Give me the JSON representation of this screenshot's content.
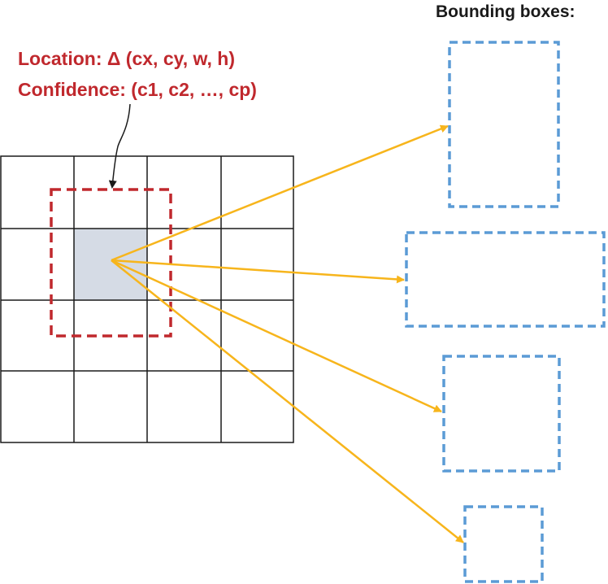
{
  "labels": {
    "location": "Location: Δ (cx, cy, w, h)",
    "confidence": "Confidence: (c1, c2, …, cp)",
    "bounding_boxes_title": "Bounding boxes:"
  },
  "grid": {
    "rows": 4,
    "cols": 4,
    "highlighted_cell": {
      "row": 1,
      "col": 1
    }
  },
  "colors": {
    "grid_line": "#1a1a1a",
    "highlight_fill": "#d5dbe5",
    "default_box": "#c0282d",
    "arrow": "#f7b51c",
    "bounding_box": "#5b9bd5",
    "label_text": "#c0282d"
  },
  "bounding_box_count": 4
}
